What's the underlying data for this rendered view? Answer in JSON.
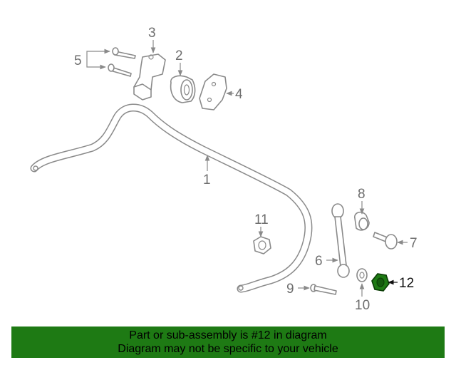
{
  "diagram": {
    "callouts": {
      "c1": "1",
      "c2": "2",
      "c3": "3",
      "c4": "4",
      "c5": "5",
      "c6": "6",
      "c7": "7",
      "c8": "8",
      "c9": "9",
      "c10": "10",
      "c11": "11",
      "c12": "12"
    },
    "highlight_color": "#1e7a14"
  },
  "banner": {
    "line1": "Part or sub-assembly is #12 in diagram",
    "line2": "Diagram may not be specific to your vehicle",
    "bg_color": "#1e7a14"
  }
}
